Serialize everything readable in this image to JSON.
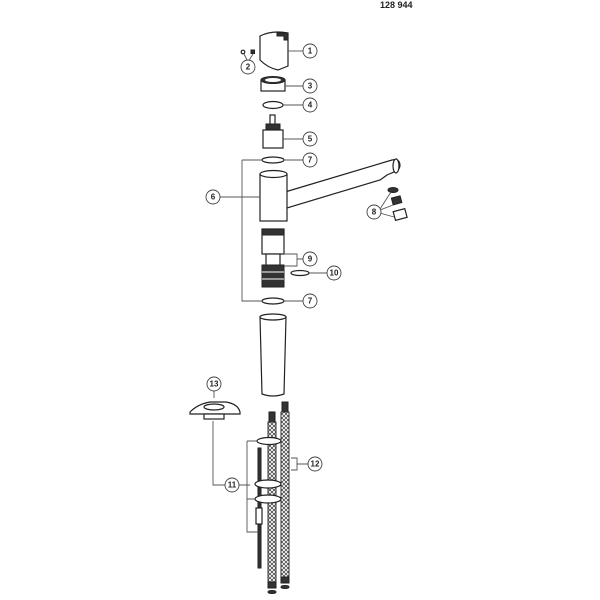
{
  "document_number": "128 944",
  "callouts": {
    "c1": "1",
    "c2": "2",
    "c3": "3",
    "c4": "4",
    "c5": "5",
    "c6": "6",
    "c7a": "7",
    "c7b": "7",
    "c8": "8",
    "c9": "9",
    "c10": "10",
    "c11": "11",
    "c12": "12",
    "c13": "13"
  }
}
